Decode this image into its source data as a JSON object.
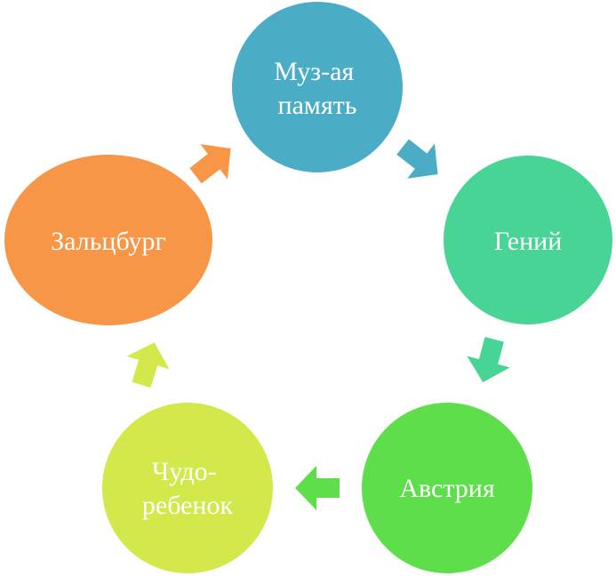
{
  "diagram": {
    "type": "cycle",
    "nodes": [
      {
        "id": "muz",
        "lines": [
          "Муз-ая",
          "память"
        ],
        "color": "#4BACC6"
      },
      {
        "id": "geniy",
        "lines": [
          "Гений"
        ],
        "color": "#48D494"
      },
      {
        "id": "avstriya",
        "lines": [
          "Австрия"
        ],
        "color": "#5EDE4B"
      },
      {
        "id": "chudo",
        "lines": [
          "Чудо-",
          "ребенок"
        ],
        "color": "#D2E84B"
      },
      {
        "id": "zalcburg",
        "lines": [
          "Зальцбург"
        ],
        "color": "#F79646"
      }
    ],
    "arrows": [
      {
        "from": "muz",
        "to": "geniy",
        "color": "#4BACC6"
      },
      {
        "from": "geniy",
        "to": "avstriya",
        "color": "#48D494"
      },
      {
        "from": "avstriya",
        "to": "chudo",
        "color": "#5EDE4B"
      },
      {
        "from": "chudo",
        "to": "zalcburg",
        "color": "#D2E84B"
      },
      {
        "from": "zalcburg",
        "to": "muz",
        "color": "#F79646"
      }
    ]
  }
}
